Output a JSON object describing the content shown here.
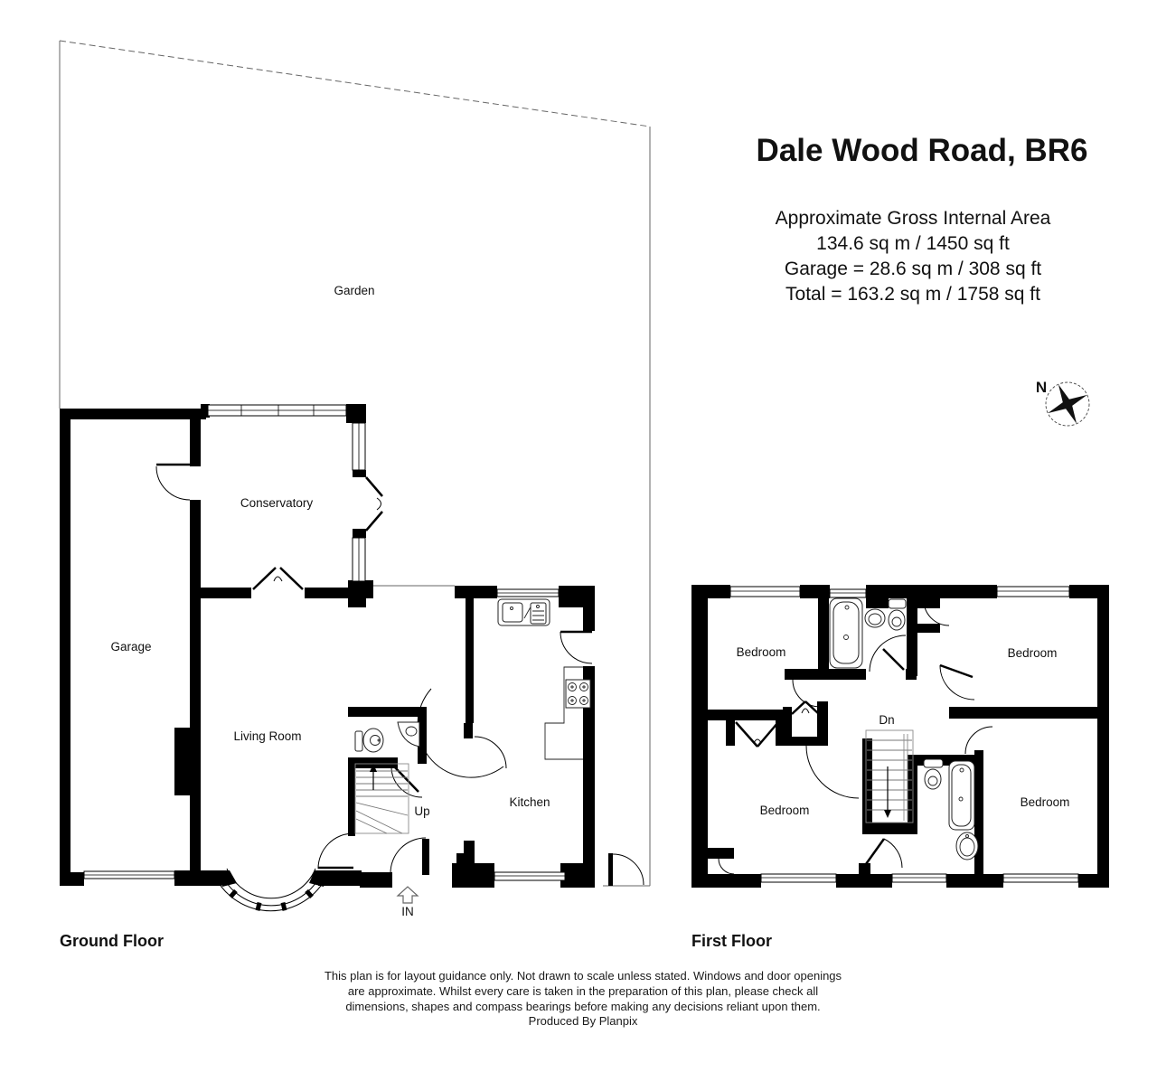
{
  "header": {
    "title": "Dale Wood Road, BR6",
    "area_lines": [
      "Approximate Gross Internal Area",
      "134.6 sq m / 1450 sq ft",
      "Garage = 28.6 sq m / 308 sq ft",
      "Total = 163.2 sq m / 1758 sq ft"
    ]
  },
  "compass": {
    "north_label": "N"
  },
  "ground_floor": {
    "label": "Ground Floor",
    "garden": "Garden",
    "conservatory": "Conservatory",
    "garage": "Garage",
    "living_room": "Living Room",
    "kitchen": "Kitchen",
    "stairs": "Up",
    "entrance": "IN"
  },
  "first_floor": {
    "label": "First Floor",
    "bedroom_top_left": "Bedroom",
    "bedroom_top_right": "Bedroom",
    "bedroom_bottom_left": "Bedroom",
    "bedroom_bottom_right": "Bedroom",
    "stairs": "Dn"
  },
  "footer": {
    "disclaimer_lines": [
      "This plan is for layout guidance only. Not drawn to scale unless stated. Windows and door openings",
      "are approximate. Whilst every care is taken in the preparation of this plan, please check all",
      "dimensions, shapes and compass bearings before making any decisions reliant upon them.",
      "Produced By Planpix"
    ]
  },
  "colors": {
    "wall": "#000000",
    "boundary": "#666666",
    "text": "#111111",
    "background": "#ffffff"
  }
}
